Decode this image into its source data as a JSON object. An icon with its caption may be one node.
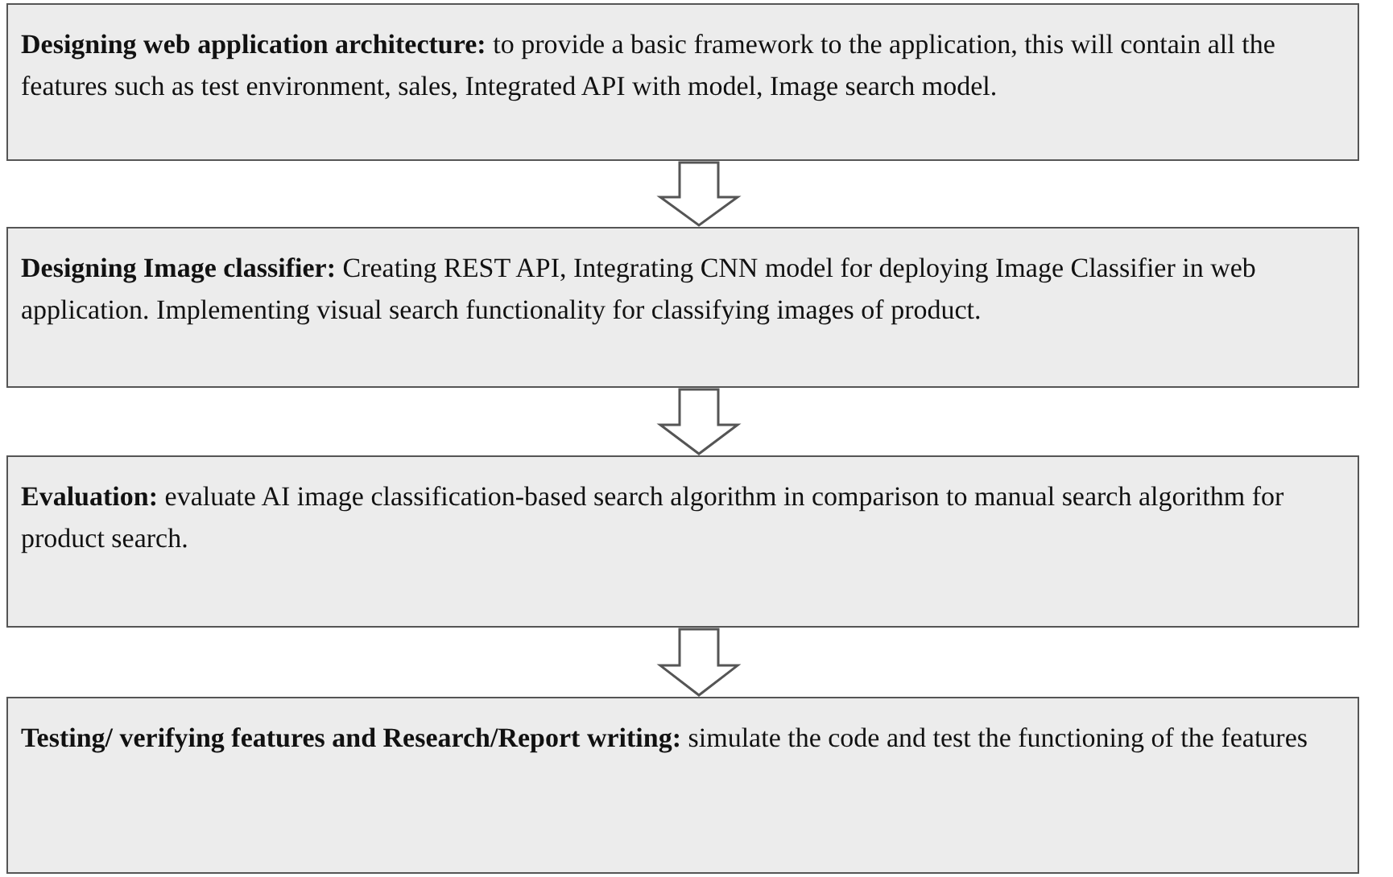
{
  "diagram": {
    "nodes": [
      {
        "text": [
          "**Designing web application architecture:** to provide a basic framework to the application, this will contain all the features such as test environment, sales, Integrated API with model, Image search model."
        ]
      },
      {
        "text": [
          "**Designing Image classifier:** Creating REST API, Integrating CNN model for deploying Image Classifier in web application. Implementing visual search functionality for classifying images of product."
        ]
      },
      {
        "text": [
          "**Evaluation:** evaluate AI image classification-based search algorithm in comparison to manual search algorithm for product search."
        ]
      },
      {
        "text": [
          "**Testing/ verifying features and Research/Report writing:** simulate the code and test the functioning of the features"
        ]
      }
    ],
    "edges": [
      {
        "from": 0,
        "to": 1,
        "arrow": "to"
      },
      {
        "from": 1,
        "to": 2,
        "arrow": "to"
      },
      {
        "from": 2,
        "to": 3,
        "arrow": "to"
      }
    ]
  }
}
